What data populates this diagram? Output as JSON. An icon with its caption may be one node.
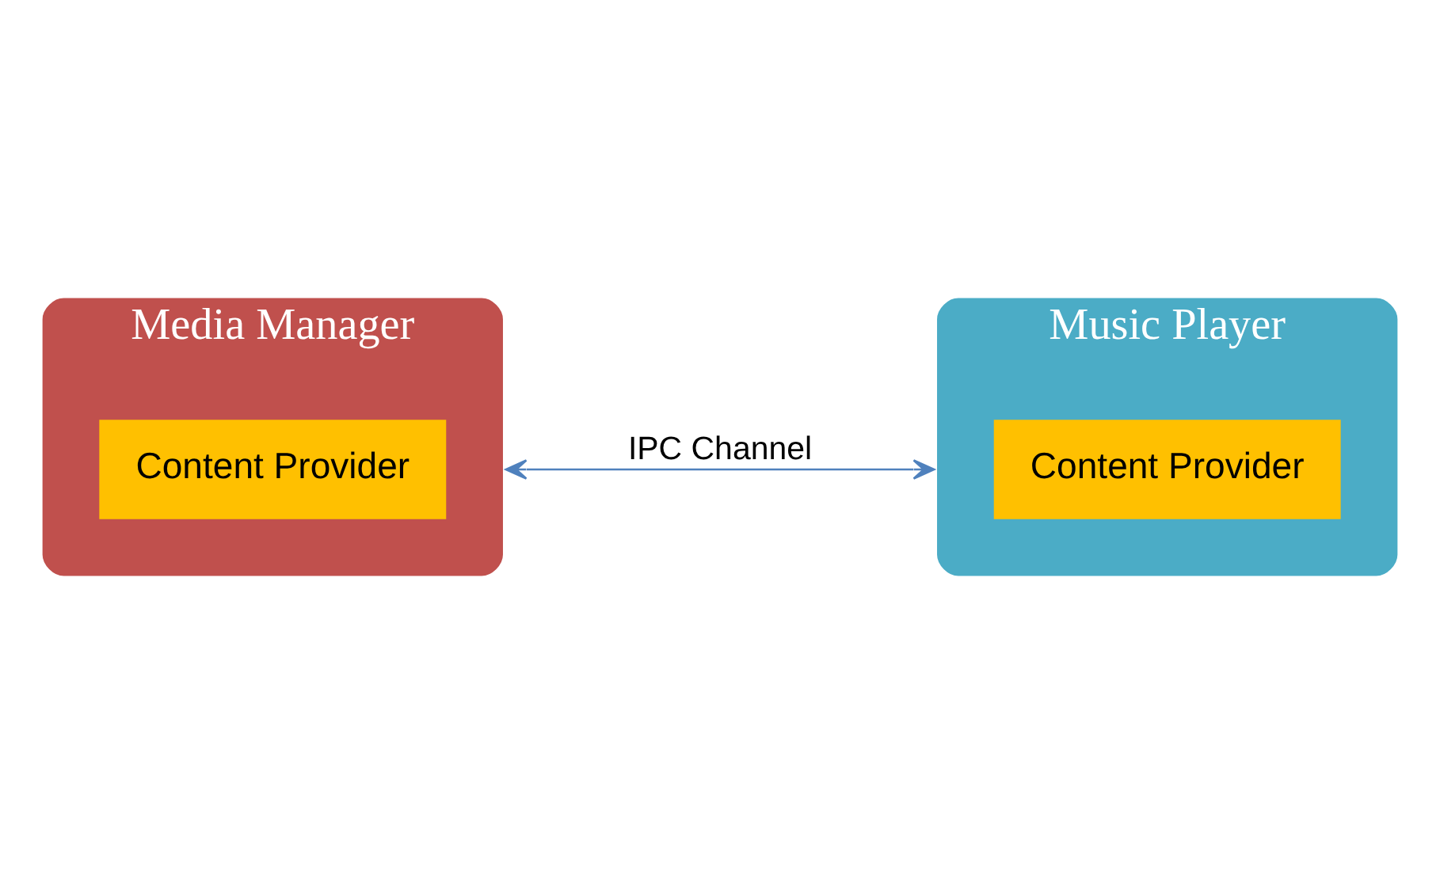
{
  "diagram": {
    "nodes": [
      {
        "text": [
          "Media Manager"
        ]
      },
      {
        "text": [
          "Content Provider"
        ],
        "in": 0
      },
      {
        "text": [
          "Music Player"
        ]
      },
      {
        "text": [
          "Content Provider"
        ],
        "in": 2
      }
    ],
    "edges": [
      {
        "from": 0,
        "to": 2,
        "arrow": "both",
        "label": "IPC Channel",
        "color": "#4f81bd"
      }
    ]
  }
}
